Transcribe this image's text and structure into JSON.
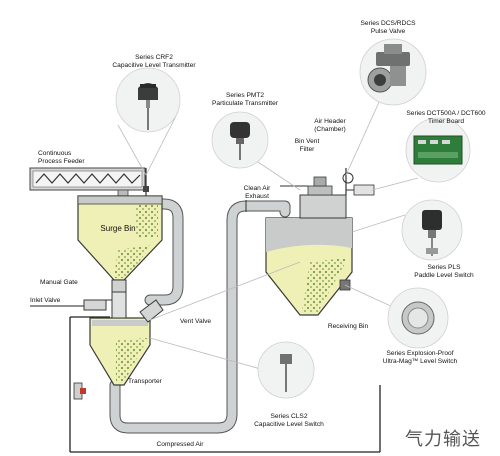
{
  "labels": {
    "dcs_rdcs": "Series DCS/RDCS\nPulse Valve",
    "crf2": "Series CRF2\nCapacitive Level Transmitter",
    "pmt2": "Series PMT2\nParticulate Transmitter",
    "air_header": "Air Header\n(Chamber)",
    "dct": "Series DCT500A / DCT600\nTimer Board",
    "bin_vent": "Bin Vent\nFilter",
    "continuous_feeder": "Continuous\nProcess Feeder",
    "clean_air": "Clean Air\nExhaust",
    "surge_bin": "Surge Bin",
    "pls": "Series PLS\nPaddle Level Switch",
    "manual_gate": "Manual Gate",
    "inlet_valve": "Inlet Valve",
    "vent_valve": "Vent Valve",
    "receiving_bin": "Receiving Bin",
    "explosion_proof": "Series Explosion-Proof\nUltra-Mag™ Level Switch",
    "transporter": "Transporter",
    "cls2": "Series CLS2\nCapacitive Level Switch",
    "compressed_air": "Compressed Air",
    "watermark": "气力输送"
  },
  "colors": {
    "material_fill": "#eef0b6",
    "material_dot": "#7f9a4a",
    "vessel_gray": "#c9cbcb",
    "vessel_line": "#3a3a3a",
    "pipe": "#cfd2d2",
    "callout_circle": "#f1f2f2",
    "timer_board": "#2f7d3a"
  }
}
